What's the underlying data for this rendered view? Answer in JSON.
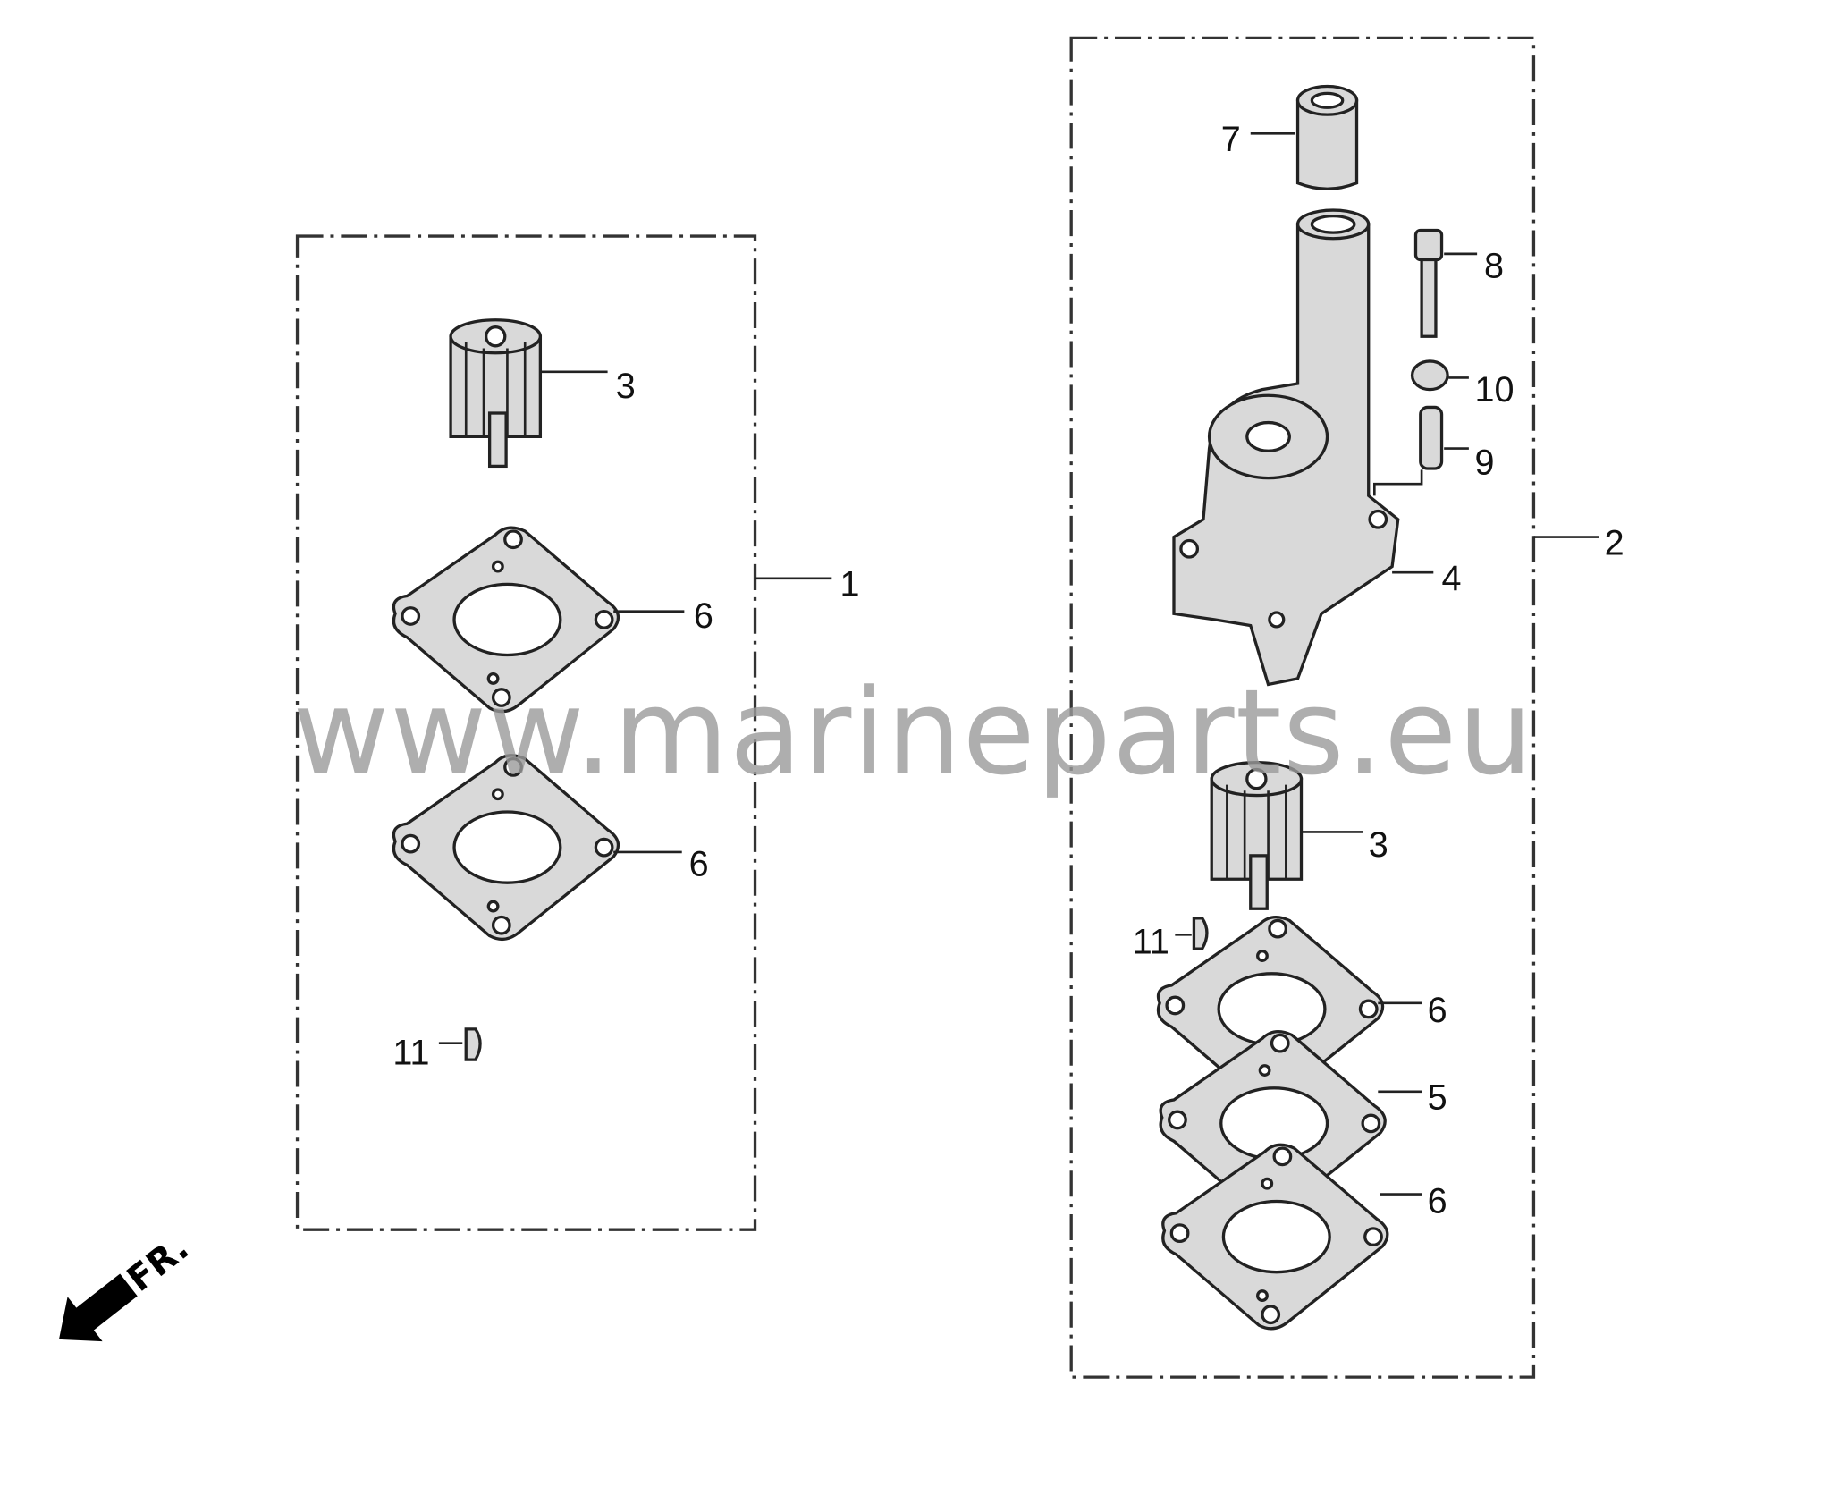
{
  "diagram": {
    "watermark": "www.marineparts.eu",
    "direction_marker": "FR.",
    "groups": [
      {
        "label": "1",
        "parts": [
          {
            "label": "3",
            "name": "impeller"
          },
          {
            "label": "6",
            "name": "gasket"
          },
          {
            "label": "6",
            "name": "gasket"
          },
          {
            "label": "11",
            "name": "key"
          }
        ]
      },
      {
        "label": "2",
        "parts": [
          {
            "label": "7",
            "name": "sleeve"
          },
          {
            "label": "8",
            "name": "bolt"
          },
          {
            "label": "10",
            "name": "grommet"
          },
          {
            "label": "9",
            "name": "dowel-pin"
          },
          {
            "label": "4",
            "name": "pump-housing"
          },
          {
            "label": "3",
            "name": "impeller"
          },
          {
            "label": "11",
            "name": "key"
          },
          {
            "label": "6",
            "name": "gasket"
          },
          {
            "label": "5",
            "name": "plate"
          },
          {
            "label": "6",
            "name": "gasket"
          }
        ]
      }
    ]
  }
}
